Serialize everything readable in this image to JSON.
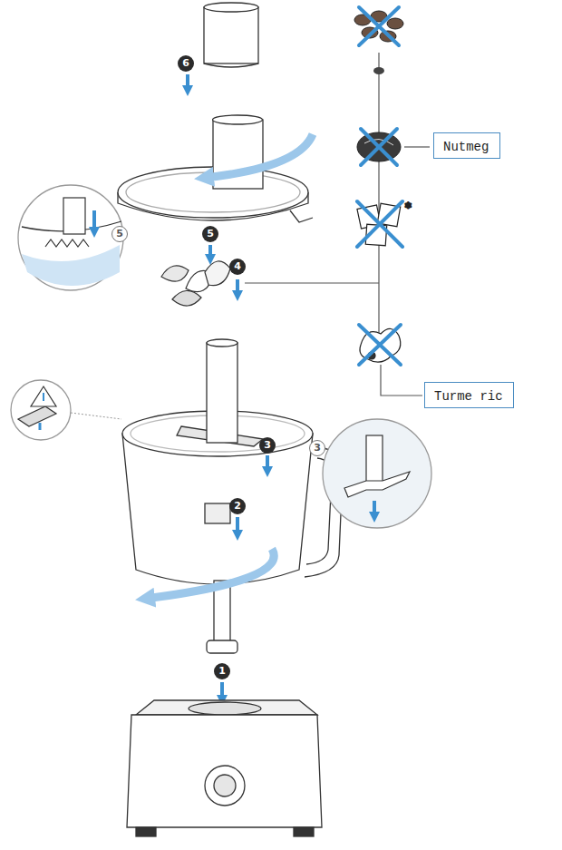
{
  "diagram": {
    "nodes": [
      {
        "text": [
          "Nutmeg"
        ]
      },
      {
        "text": [
          "Turme ric"
        ]
      }
    ],
    "labels": [
      "6",
      "5",
      "5",
      "4",
      "3",
      "3",
      "2",
      "1"
    ]
  }
}
